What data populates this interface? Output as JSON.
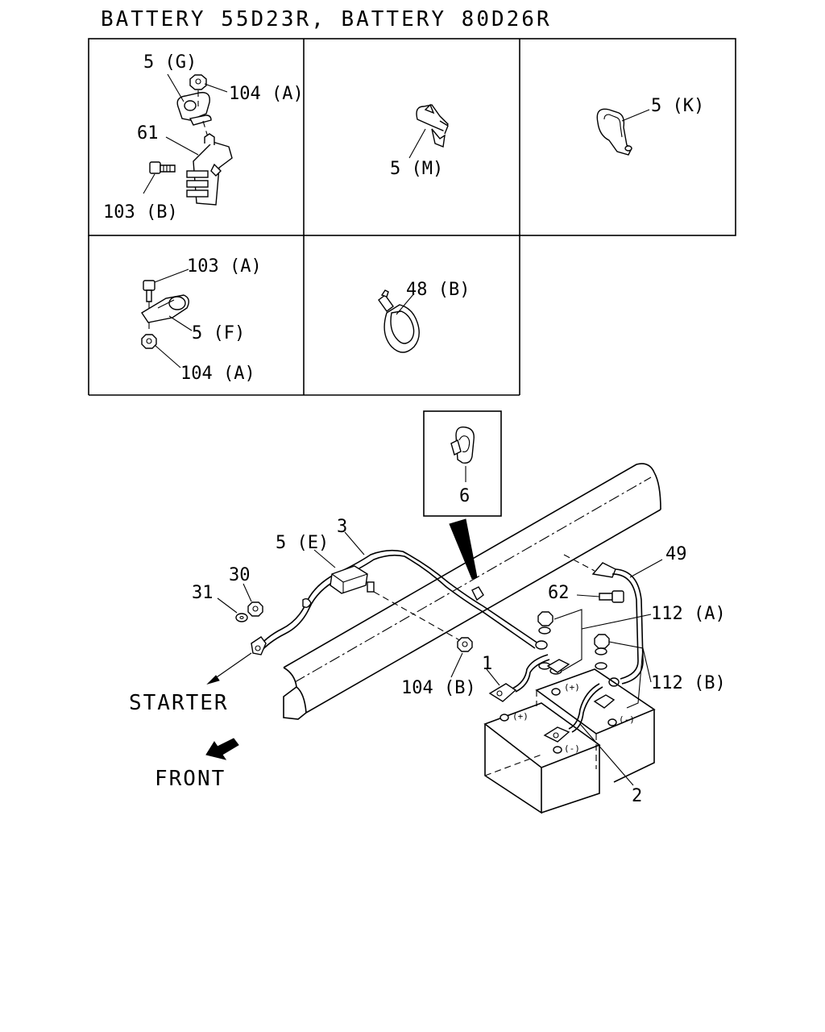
{
  "title": "BATTERY 55D23R, BATTERY 80D26R",
  "insets": {
    "g": {
      "part": "5 (G)",
      "nut": "104 (A)",
      "bracket": "61",
      "bolt": "103 (B)"
    },
    "m": {
      "part": "5 (M)"
    },
    "k": {
      "part": "5 (K)"
    },
    "f": {
      "bolt": "103 (A)",
      "part": "5 (F)",
      "nut": "104 (A)"
    },
    "b": {
      "part": "48 (B)"
    },
    "clip": {
      "part": "6"
    }
  },
  "main": {
    "labels": {
      "clip_e": "5 (E)",
      "cable_3": "3",
      "cable_49": "49",
      "bolt_62": "62",
      "nut_30": "30",
      "washer_31": "31",
      "nut_112a": "112 (A)",
      "nut_112b": "112 (B)",
      "cable_1": "1",
      "nut_104b": "104 (B)",
      "cable_2": "2"
    },
    "terminals": {
      "pos_front": "(+)",
      "neg_front": "(-)",
      "pos_rear": "(+)",
      "neg_rear": "(-)"
    },
    "starter": "STARTER",
    "front": "FRONT"
  }
}
